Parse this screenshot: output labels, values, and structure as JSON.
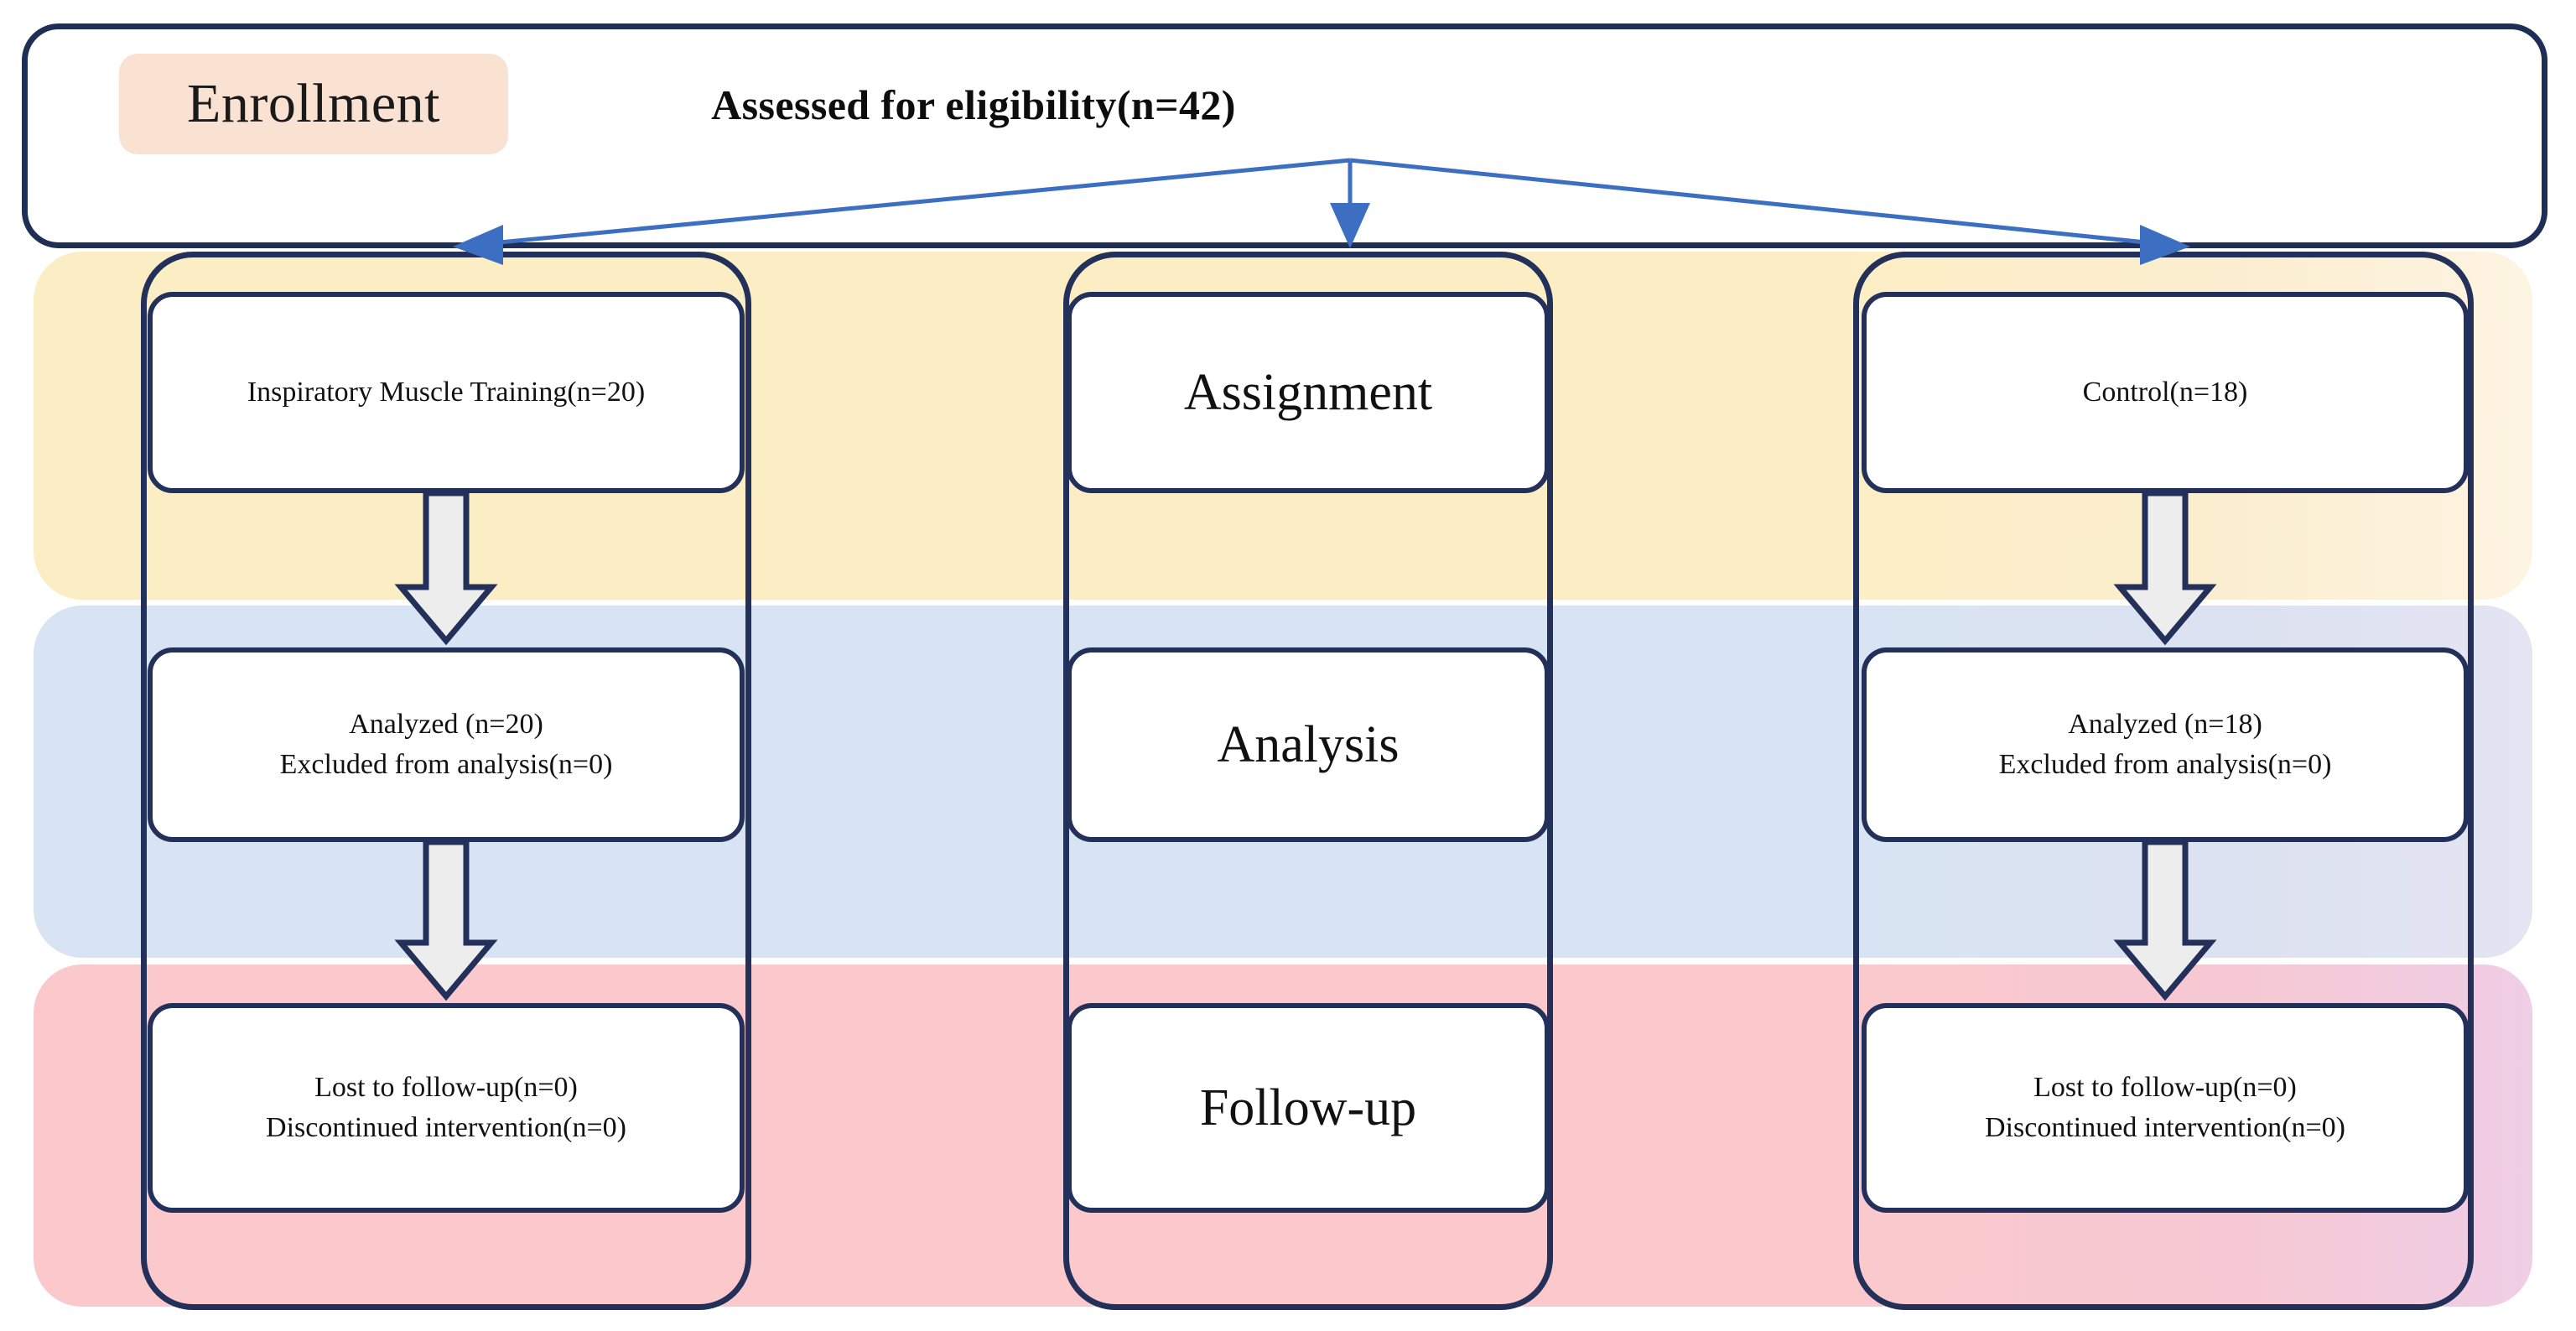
{
  "diagram": {
    "title": "CONSORT participant flow diagram",
    "colors": {
      "band_enrollment_badge": "#FAE2D2",
      "band_assignment": "#FCEEC4",
      "band_analysis": "#D8E4F3",
      "band_followup": "#FBC9CC",
      "outline": "#22305A",
      "connector_blue": "#3C6FC2",
      "block_arrow_fill": "#EDEDED"
    },
    "enrollment": {
      "badge_label": "Enrollment",
      "assessed_label": "Assessed for eligibility(n=42)"
    },
    "phases": [
      {
        "name": "Assignment",
        "label": "Assignment"
      },
      {
        "name": "Analysis",
        "label": "Analysis"
      },
      {
        "name": "Follow-up",
        "label": "Follow-up"
      }
    ],
    "arms": {
      "intervention": {
        "allocation": "Inspiratory Muscle Training(n=20)",
        "analysis_line1": "Analyzed (n=20)",
        "analysis_line2": "Excluded from analysis(n=0)",
        "followup_line1": "Lost to follow-up(n=0)",
        "followup_line2": "Discontinued intervention(n=0)"
      },
      "control": {
        "allocation": "Control(n=18)",
        "analysis_line1": "Analyzed (n=18)",
        "analysis_line2": "Excluded from analysis(n=0)",
        "followup_line1": "Lost to follow-up(n=0)",
        "followup_line2": "Discontinued intervention(n=0)"
      }
    },
    "counts": {
      "assessed": 42,
      "intervention_allocated": 20,
      "control_allocated": 18,
      "intervention_analyzed": 20,
      "control_analyzed": 18,
      "excluded_from_analysis": 0,
      "lost_to_followup": 0,
      "discontinued_intervention": 0
    }
  }
}
